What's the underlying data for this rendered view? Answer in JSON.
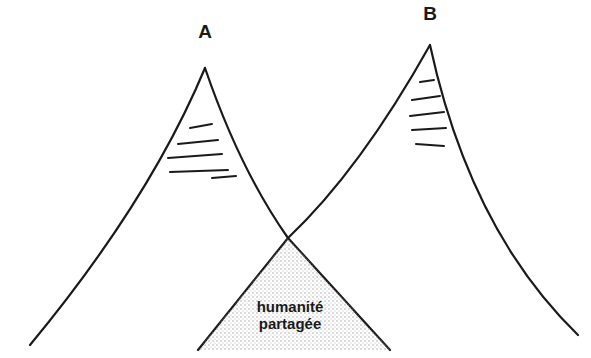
{
  "diagram": {
    "nodes": [
      {
        "text": [
          "humanité partagée"
        ]
      }
    ],
    "labels": [
      "A",
      "B"
    ]
  }
}
